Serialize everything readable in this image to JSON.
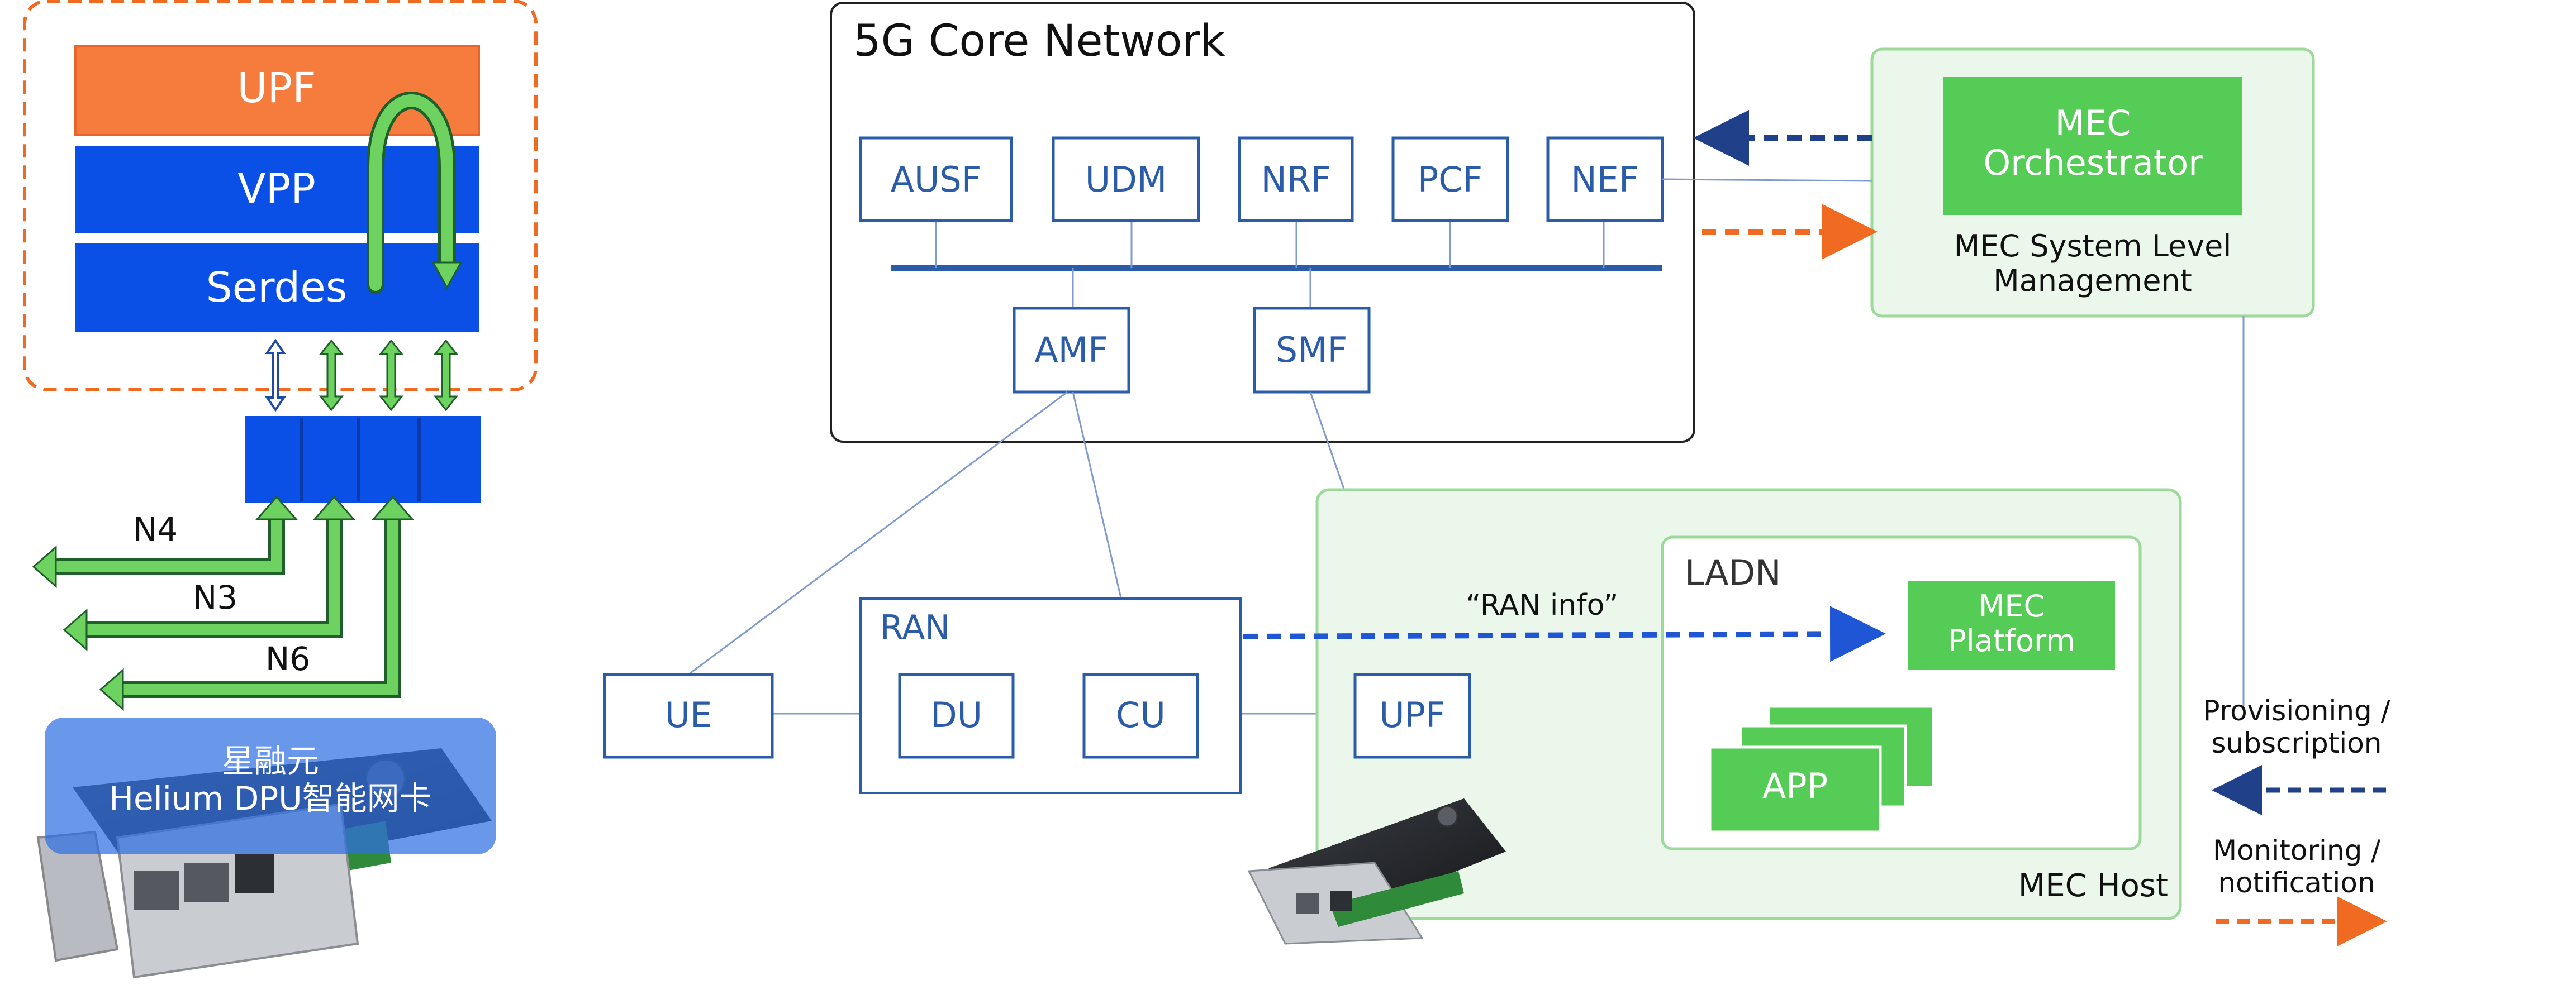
{
  "colors": {
    "blue_box": "#0a50e6",
    "orange_box": "#f57c3c",
    "green_arrow": "#6dd25f",
    "node_border": "#2a5caa",
    "node_text": "#2a5caa",
    "mec_fill": "#eaf7ea",
    "mec_border": "#9dd99a",
    "mec_green": "#55cc55",
    "dash_blue": "#1e56d6",
    "dash_orange": "#f06a22",
    "thin_line": "#7f9ad0"
  },
  "left_panel": {
    "stack": {
      "upf": "UPF",
      "vpp": "VPP",
      "serdes": "Serdes"
    },
    "interfaces": {
      "n4": "N4",
      "n3": "N3",
      "n6": "N6"
    },
    "card_caption": "星融元\nHelium DPU智能网卡",
    "icons": [
      "loop-arrow-icon",
      "double-arrow-icon",
      "nic-card-image"
    ]
  },
  "core": {
    "title": "5G Core Network",
    "functions": [
      "AUSF",
      "UDM",
      "NRF",
      "PCF",
      "NEF"
    ],
    "amf": "AMF",
    "smf": "SMF"
  },
  "ran": {
    "title": "RAN",
    "du": "DU",
    "cu": "CU"
  },
  "ue": "UE",
  "upf": "UPF",
  "mec_system": {
    "orchestrator": "MEC\nOrchestrator",
    "caption": "MEC System Level\nManagement"
  },
  "mec_host": {
    "title": "MEC Host",
    "ladn": "LADN",
    "platform": "MEC\nPlatform",
    "app": "APP"
  },
  "ran_info": "“RAN info”",
  "legend": {
    "provisioning": "Provisioning /\nsubscription",
    "monitoring": "Monitoring /\nnotification"
  }
}
